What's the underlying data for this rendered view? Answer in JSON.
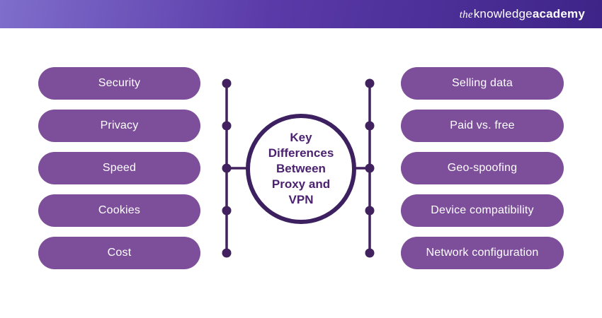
{
  "header": {
    "logo": {
      "prefix": "the",
      "word1": "knowledge",
      "word2": "academy"
    }
  },
  "center": {
    "title_lines": [
      "Key",
      "Differences",
      "Between",
      "Proxy and",
      "VPN"
    ]
  },
  "left_items": [
    "Security",
    "Privacy",
    "Speed",
    "Cookies",
    "Cost"
  ],
  "right_items": [
    "Selling data",
    "Paid vs. free",
    "Geo-spoofing",
    "Device compatibility",
    "Network configuration"
  ],
  "colors": {
    "pill": "#7d4f9b",
    "connector": "#42215f",
    "circle_border": "#3d2060",
    "circle_text": "#4b2170",
    "header_gradient_start": "#7f6ecb",
    "header_gradient_end": "#3e2487"
  }
}
